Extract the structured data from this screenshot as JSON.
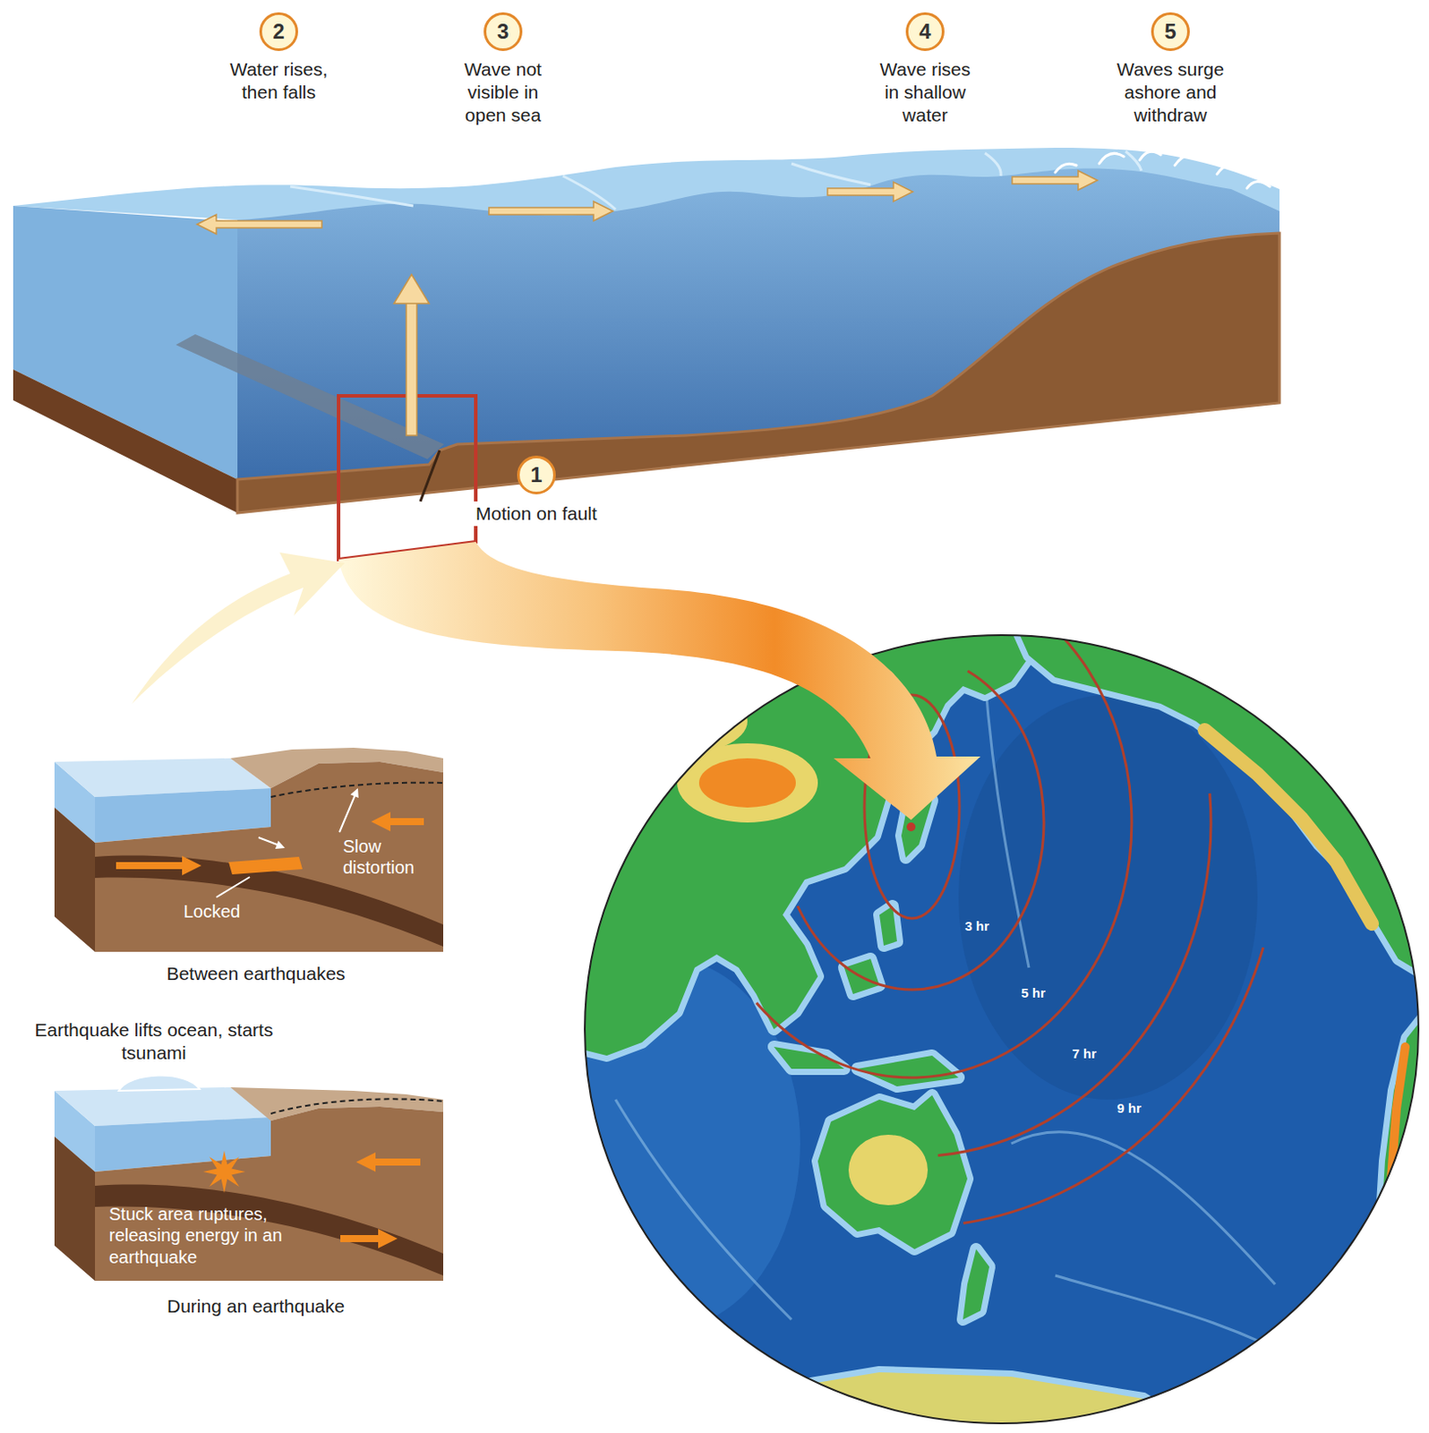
{
  "diagram": {
    "nodes": [
      {
        "text": [
          "2",
          "Water rises, then falls"
        ]
      },
      {
        "text": [
          "3",
          "Wave not visible in open sea"
        ]
      },
      {
        "text": [
          "4",
          "Wave rises in shallow water"
        ]
      },
      {
        "text": [
          "5",
          "Waves surge ashore and withdraw"
        ]
      },
      {
        "text": [
          "1",
          "Motion on fault"
        ]
      }
    ],
    "labels": [
      "Slow distortion",
      "Locked",
      "Between earthquakes",
      "Earthquake lifts ocean, starts tsunami",
      "Stuck area ruptures, releasing energy in an earthquake",
      "During an earthquake",
      "3 hr",
      "5 hr",
      "7 hr",
      "9 hr"
    ]
  }
}
